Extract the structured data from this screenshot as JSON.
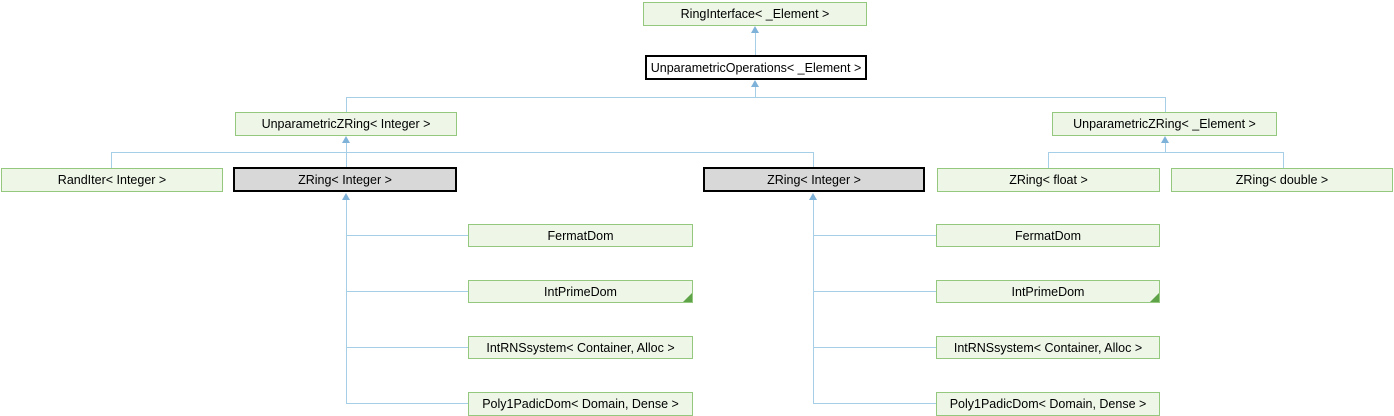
{
  "colors": {
    "green-border": "#94c87e",
    "green-fill": "#edf6e7",
    "gray-fill": "#d8d8d8",
    "plain-fill": "#ffffff",
    "black-border": "#000000",
    "edge": "#a6cee6",
    "arrow": "#7fb2d8",
    "text": "#000000",
    "fold": "#5fa348",
    "bg": "#ffffff"
  },
  "nodes": {
    "ringInterface": {
      "label": "RingInterface< _Element >",
      "style": "green"
    },
    "unparametricOperations": {
      "label": "UnparametricOperations< _Element >",
      "style": "plain"
    },
    "unparametricZRingInteger": {
      "label": "UnparametricZRing< Integer >",
      "style": "green"
    },
    "unparametricZRingElement": {
      "label": "UnparametricZRing< _Element >",
      "style": "green"
    },
    "randIterInteger": {
      "label": "RandIter< Integer >",
      "style": "green"
    },
    "zringIntegerLeft": {
      "label": "ZRing< Integer >",
      "style": "current"
    },
    "zringIntegerRight": {
      "label": "ZRing< Integer >",
      "style": "current"
    },
    "zringFloat": {
      "label": "ZRing< float >",
      "style": "green"
    },
    "zringDouble": {
      "label": "ZRing< double >",
      "style": "green"
    },
    "fermatDomLeft": {
      "label": "FermatDom",
      "style": "green"
    },
    "intPrimeDomLeft": {
      "label": "IntPrimeDom",
      "style": "green",
      "truncated": true
    },
    "intRNSsystemLeft": {
      "label": "IntRNSsystem< Container, Alloc >",
      "style": "green"
    },
    "poly1PadicDomLeft": {
      "label": "Poly1PadicDom< Domain, Dense >",
      "style": "green"
    },
    "fermatDomRight": {
      "label": "FermatDom",
      "style": "green"
    },
    "intPrimeDomRight": {
      "label": "IntPrimeDom",
      "style": "green",
      "truncated": true
    },
    "intRNSsystemRight": {
      "label": "IntRNSsystem< Container, Alloc >",
      "style": "green"
    },
    "poly1PadicDomRight": {
      "label": "Poly1PadicDom< Domain, Dense >",
      "style": "green"
    }
  },
  "relations": [
    {
      "child": "UnparametricOperations< _Element >",
      "parent": "RingInterface< _Element >"
    },
    {
      "child": "UnparametricZRing< Integer >",
      "parent": "UnparametricOperations< _Element >"
    },
    {
      "child": "UnparametricZRing< _Element >",
      "parent": "UnparametricOperations< _Element >"
    },
    {
      "child": "RandIter< Integer >",
      "parent": "UnparametricZRing< Integer >"
    },
    {
      "child": "ZRing< Integer > (left)",
      "parent": "UnparametricZRing< Integer >"
    },
    {
      "child": "ZRing< Integer > (right)",
      "parent": "UnparametricZRing< Integer >"
    },
    {
      "child": "ZRing< float >",
      "parent": "UnparametricZRing< _Element >"
    },
    {
      "child": "ZRing< double >",
      "parent": "UnparametricZRing< _Element >"
    },
    {
      "child": "FermatDom",
      "parent": "ZRing< Integer > (left)"
    },
    {
      "child": "IntPrimeDom",
      "parent": "ZRing< Integer > (left)"
    },
    {
      "child": "IntRNSsystem< Container, Alloc >",
      "parent": "ZRing< Integer > (left)"
    },
    {
      "child": "Poly1PadicDom< Domain, Dense >",
      "parent": "ZRing< Integer > (left)"
    },
    {
      "child": "FermatDom",
      "parent": "ZRing< Integer > (right)"
    },
    {
      "child": "IntPrimeDom",
      "parent": "ZRing< Integer > (right)"
    },
    {
      "child": "IntRNSsystem< Container, Alloc >",
      "parent": "ZRing< Integer > (right)"
    },
    {
      "child": "Poly1PadicDom< Domain, Dense >",
      "parent": "ZRing< Integer > (right)"
    }
  ]
}
